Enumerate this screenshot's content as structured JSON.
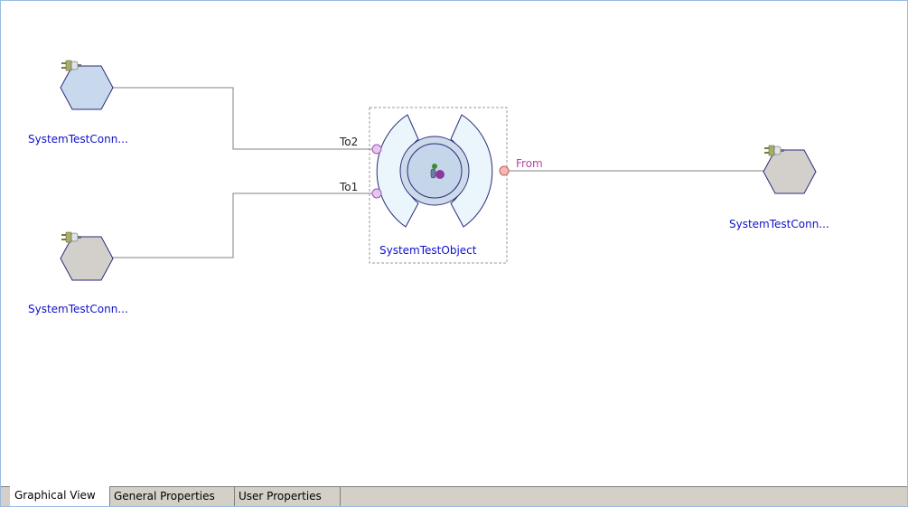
{
  "diagram": {
    "connectors": [
      {
        "label": "SystemTestConn...",
        "fill": "#c8d9ee"
      },
      {
        "label": "SystemTestConn...",
        "fill": "#d3d0cc"
      },
      {
        "label": "SystemTestConn...",
        "fill": "#d3d0cc"
      }
    ],
    "test_object": {
      "label": "SystemTestObject",
      "ports": {
        "to2": "To2",
        "to1": "To1",
        "from": "From"
      }
    }
  },
  "tabs": [
    {
      "label": "Graphical View",
      "active": true
    },
    {
      "label": "General Properties",
      "active": false
    },
    {
      "label": "User Properties",
      "active": false
    }
  ],
  "colors": {
    "accent": "#1010c8",
    "from_label": "#c040a0",
    "wire": "#808080",
    "node_border": "#2a2a7a"
  }
}
